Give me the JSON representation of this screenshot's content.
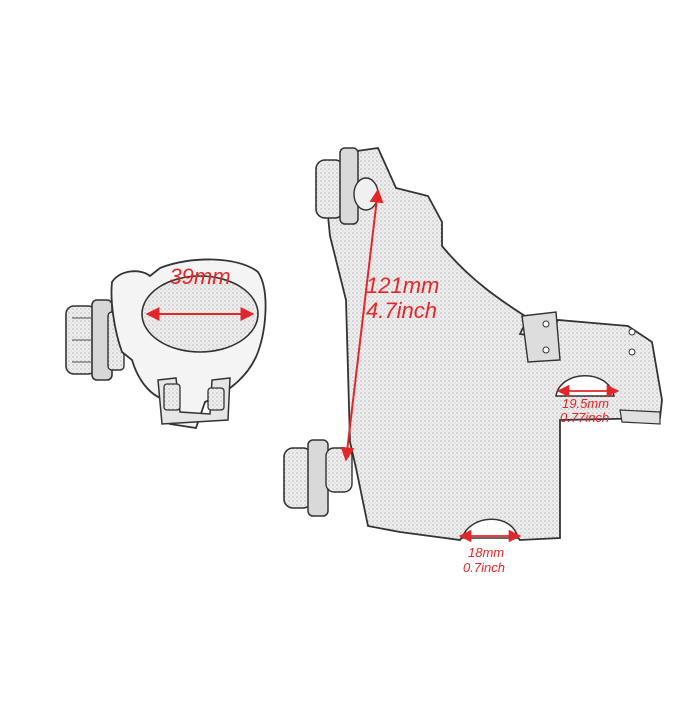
{
  "clamp": {
    "diameter_label": "39mm"
  },
  "bracket": {
    "height_mm": "121mm",
    "height_inch": "4.7inch",
    "notch_right_mm": "19.5mm",
    "notch_right_inch": "0.77inch",
    "notch_bottom_mm": "18mm",
    "notch_bottom_inch": "0.7inch"
  },
  "colors": {
    "dimension": "#e3262a",
    "sketch_line": "#333333",
    "sketch_fill": "#e9e9e9"
  }
}
